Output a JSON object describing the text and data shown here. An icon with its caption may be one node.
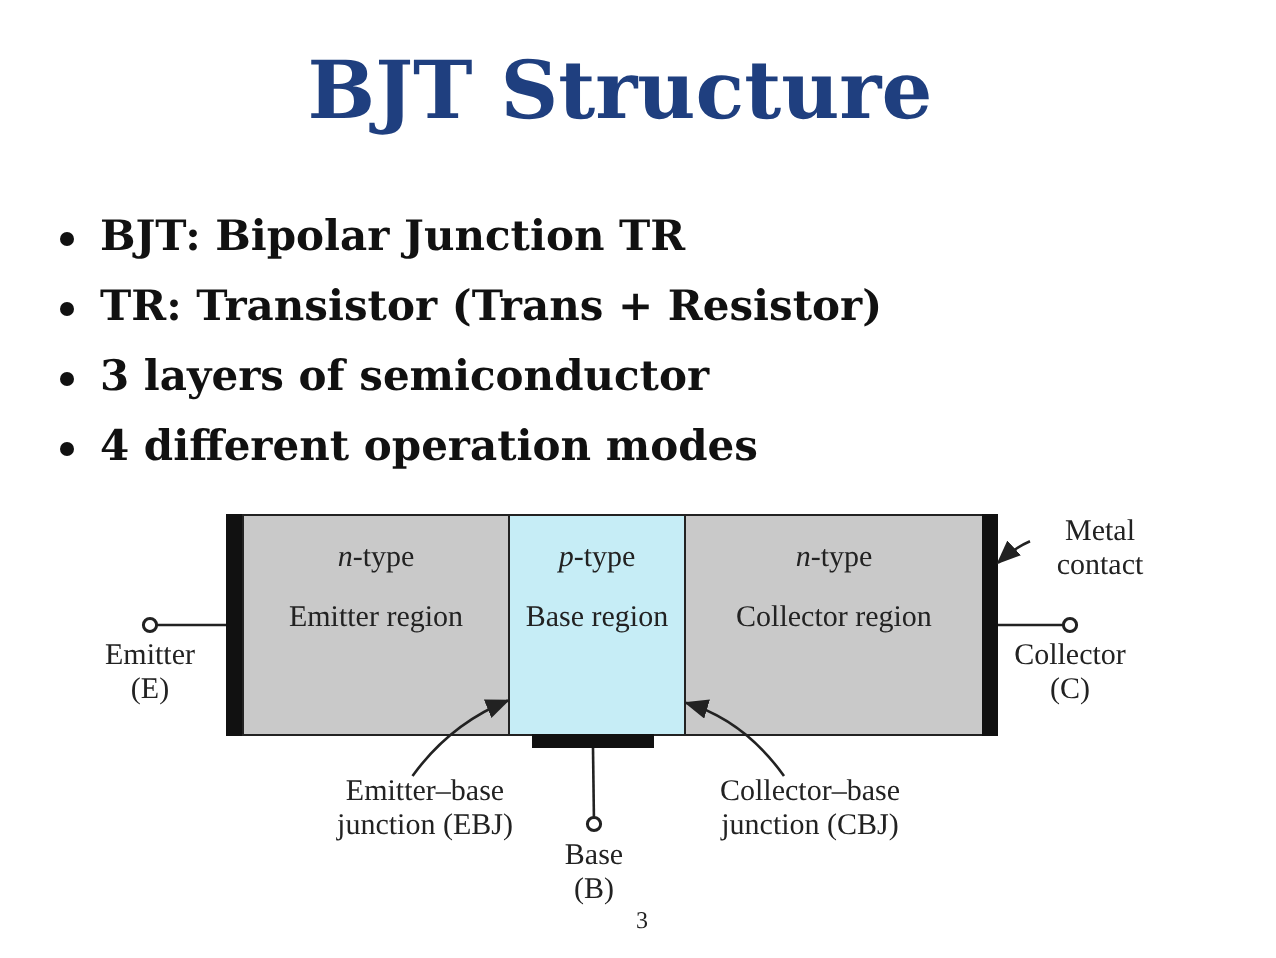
{
  "diagram": {
    "title": "BJT Structure",
    "nodes": [
      {
        "text": [],
        "shape": "bar"
      },
      {
        "text": [
          "*n*-type",
          "Emitter region"
        ]
      },
      {
        "text": [
          "*p*-type",
          "Base region"
        ]
      },
      {
        "text": [
          "*n*-type",
          "Collector region"
        ]
      },
      {
        "text": [],
        "shape": "bar"
      },
      {
        "text": [],
        "shape": "bar"
      },
      {
        "text": [
          "Metal contact"
        ]
      },
      {
        "text": [
          "Emitter (E)"
        ]
      },
      {
        "text": [
          "Collector (C)"
        ]
      },
      {
        "text": [
          "Emitter–base junction (EBJ)"
        ]
      },
      {
        "text": [
          "Base (B)"
        ]
      },
      {
        "text": [
          "Collector–base junction (CBJ)"
        ]
      }
    ],
    "edges": [
      {
        "from": 0,
        "to": 7,
        "arrow": "other"
      },
      {
        "from": 4,
        "to": 8,
        "arrow": "other"
      },
      {
        "from": 5,
        "to": 10,
        "arrow": "other"
      },
      {
        "from": 6,
        "to": 4,
        "arrow": "to"
      },
      {
        "from": 9,
        "to": 2,
        "arrow": "to"
      },
      {
        "from": 11,
        "to": 2,
        "arrow": "to"
      }
    ],
    "labels": [
      "BJT: Bipolar Junction TR",
      "TR: Transistor (Trans + Resistor)",
      "3 layers of semiconductor",
      "4 different operation modes",
      "3"
    ]
  }
}
